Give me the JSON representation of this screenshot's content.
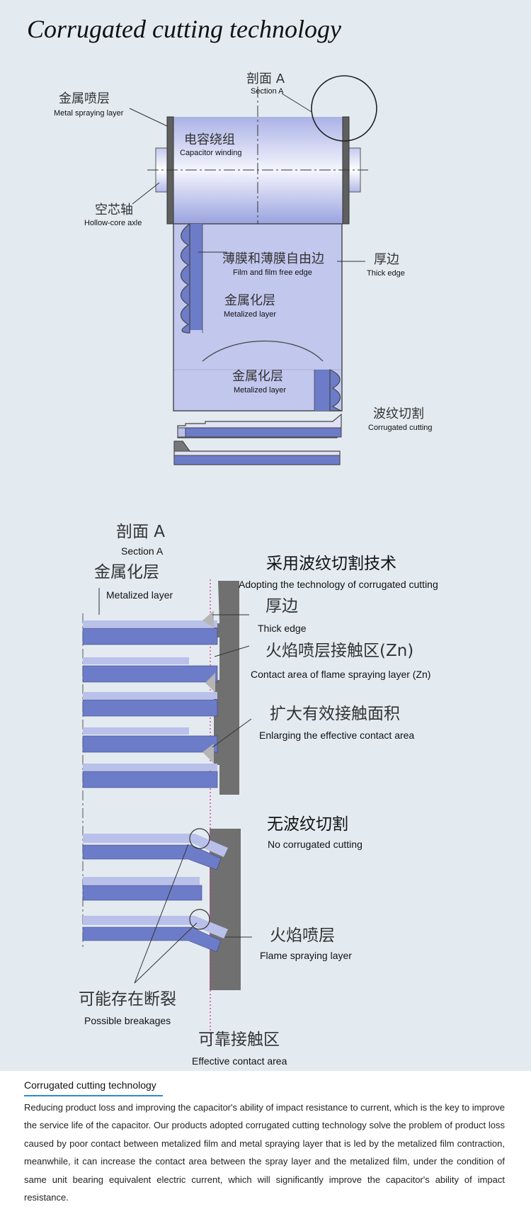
{
  "title": "Corrugated cutting technology",
  "top_diagram": {
    "section_cn": "剖面 A",
    "section_en": "Section A",
    "metal_spray_cn": "金属喷层",
    "metal_spray_en": "Metal spraying layer",
    "winding_cn": "电容绕组",
    "winding_en": "Capacitor winding",
    "axle_cn": "空芯轴",
    "axle_en": "Hollow-core axle",
    "film_cn": "薄膜和薄膜自由边",
    "film_en": "Film and film free edge",
    "thick_cn": "厚边",
    "thick_en": "Thick edge",
    "metalized1_cn": "金属化层",
    "metalized1_en": "Metalized layer",
    "metalized2_cn": "金属化层",
    "metalized2_en": "Metalized layer",
    "corrugated_cn": "波纹切割",
    "corrugated_en": "Corrugated cutting"
  },
  "section_diagram": {
    "section_cn": "剖面 A",
    "section_en": "Section A",
    "metalized_cn": "金属化层",
    "metalized_en": "Metalized layer",
    "adopt_cn": "采用波纹切割技术",
    "adopt_en": "Adopting the technology of corrugated cutting",
    "thick_cn": "厚边",
    "thick_en": "Thick edge",
    "contact_cn": "火焰喷层接触区(Zn)",
    "contact_en": "Contact area of flame spraying layer (Zn)",
    "enlarge_cn": "扩大有效接触面积",
    "enlarge_en": "Enlarging the effective contact area",
    "no_corr_cn": "无波纹切割",
    "no_corr_en": "No corrugated cutting",
    "flame_cn": "火焰喷层",
    "flame_en": "Flame spraying layer",
    "break_cn": "可能存在断裂",
    "break_en": "Possible breakages",
    "effective_cn": "可靠接触区",
    "effective_en": "Effective contact area"
  },
  "description": {
    "heading": "Corrugated cutting technology",
    "paragraph": "Reducing product loss and improving the capacitor's ability of impact resistance to current, which is the key to improve the service life of the capacitor. Our products adopted corrugated cutting technology solve the problem of product loss caused by poor contact between metalized film and metal spraying layer that is led by the metalized film contraction, meanwhile, it can increase the contact area between the spray layer and the metalized film, under the condition of same unit bearing equivalent electric current, which will significantly improve the capacitor's ability of impact resistance."
  },
  "colors": {
    "background": "#e4ebf0",
    "film_blue": "#6d7cc8",
    "film_light": "#b9c0ea",
    "spray_gray": "#707070",
    "accent_underline": "#2b8bd6"
  }
}
